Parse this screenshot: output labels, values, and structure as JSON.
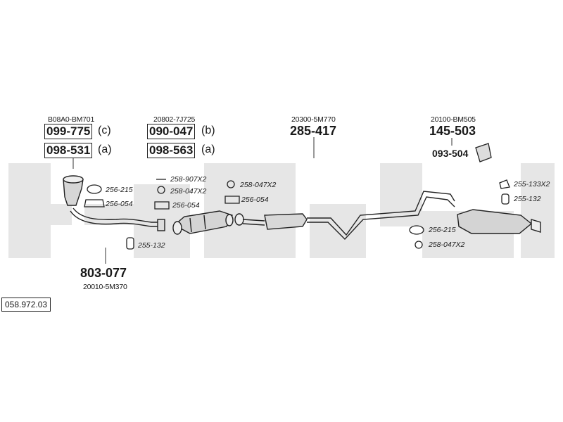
{
  "groups": {
    "front_pipe": {
      "ref": "B08A0-BM701",
      "parts": [
        {
          "number": "099-775",
          "suffix": "(c)"
        },
        {
          "number": "098-531",
          "suffix": "(a)"
        }
      ]
    },
    "catalyst": {
      "ref": "20802-7J725",
      "parts": [
        {
          "number": "090-047",
          "suffix": "(b)"
        },
        {
          "number": "098-563",
          "suffix": "(a)"
        }
      ]
    },
    "middle_pipe": {
      "ref": "20300-5M770",
      "number": "285-417"
    },
    "rear_silencer": {
      "ref": "20100-BM505",
      "number": "145-503",
      "sub_number": "093-504"
    },
    "lower_pipe": {
      "ref": "20010-5M370",
      "number": "803-077"
    }
  },
  "fittings": {
    "f1": "256-215",
    "f2": "256-054",
    "f3": "255-132",
    "f4": "258-907X2",
    "f5": "258-047X2",
    "f6": "256-054",
    "f7": "258-047X2",
    "f8": "256-054",
    "f9": "255-133X2",
    "f10": "255-132",
    "f11": "256-215",
    "f12": "258-047X2"
  },
  "diagram_id": "058.972.03",
  "colors": {
    "watermark": "#e4e4e4",
    "line": "#222222",
    "part_fill": "#d9d9d9"
  }
}
